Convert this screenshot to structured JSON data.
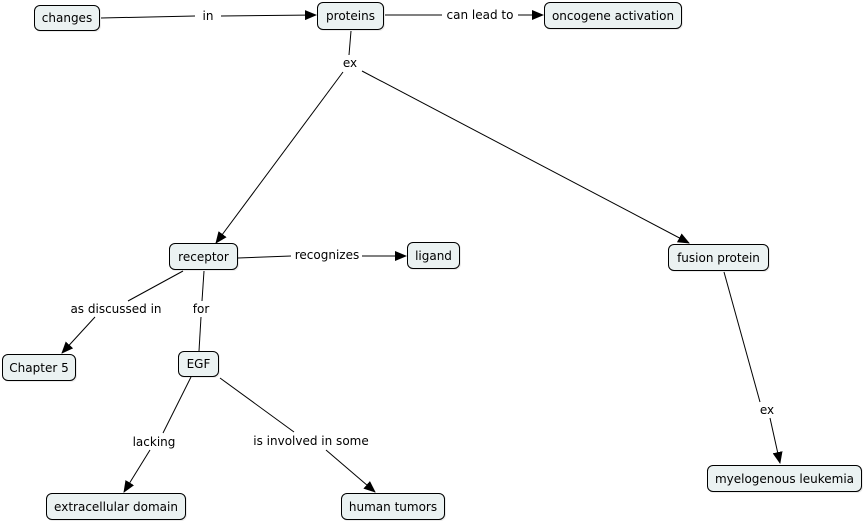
{
  "nodes": {
    "changes": "changes",
    "proteins": "proteins",
    "oncogene": "oncogene activation",
    "receptor": "receptor",
    "ligand": "ligand",
    "fusion": "fusion protein",
    "chapter5": "Chapter 5",
    "egf": "EGF",
    "extracellular": "extracellular domain",
    "tumors": "human tumors",
    "leukemia": "myelogenous leukemia"
  },
  "links": {
    "in": "in",
    "can_lead_to": "can lead to",
    "ex_proteins": "ex",
    "recognizes": "recognizes",
    "as_discussed_in": "as discussed in",
    "for": "for",
    "lacking": "lacking",
    "involved": "is involved in some",
    "ex_fusion": "ex"
  },
  "colors": {
    "node_fill": "#ebf2f2",
    "line": "#000000"
  }
}
